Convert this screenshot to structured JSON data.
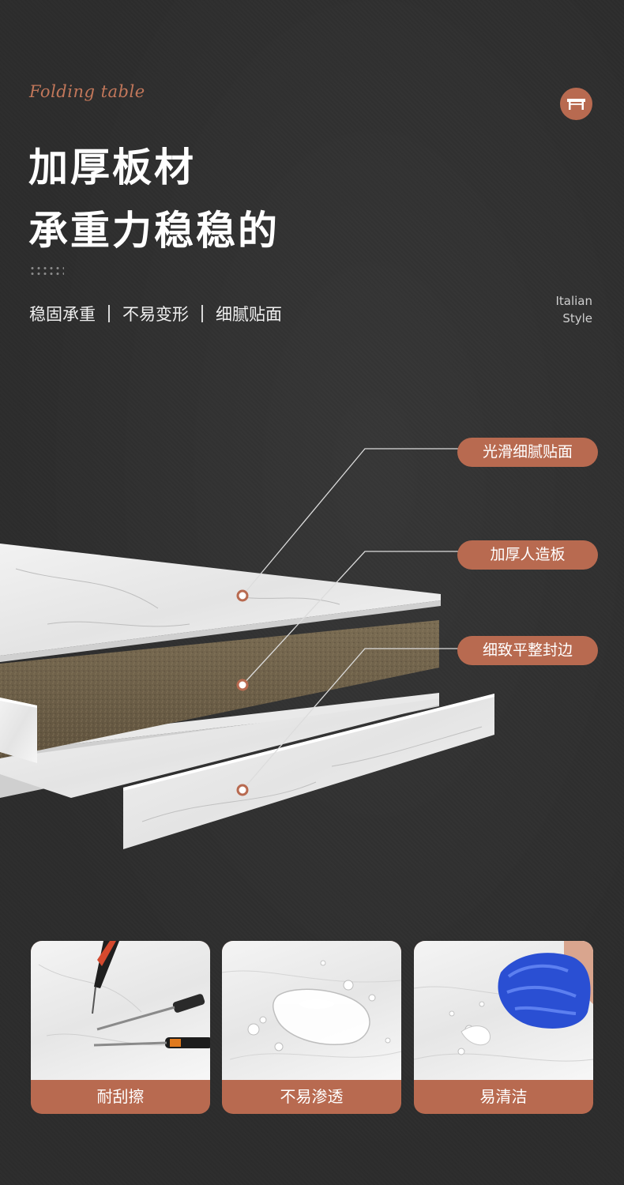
{
  "header": {
    "tagline": "Folding table",
    "badge_icon": "table-icon",
    "title_line1": "加厚板材",
    "title_line2": "承重力稳稳的",
    "features": [
      "稳固承重",
      "不易变形",
      "细腻贴面"
    ],
    "style_note_line1": "Italian",
    "style_note_line2": "Style"
  },
  "layers": {
    "labels": [
      "光滑细腻贴面",
      "加厚人造板",
      "细致平整封边"
    ]
  },
  "cards": [
    {
      "caption": "耐刮擦",
      "icon": "screwdriver-icon"
    },
    {
      "caption": "不易渗透",
      "icon": "water-drop-icon"
    },
    {
      "caption": "易清洁",
      "icon": "cleaning-cloth-icon"
    }
  ],
  "colors": {
    "accent": "#b86a50",
    "background": "#2c2c2c",
    "text": "#ffffff",
    "core_board": "#6f6149"
  }
}
